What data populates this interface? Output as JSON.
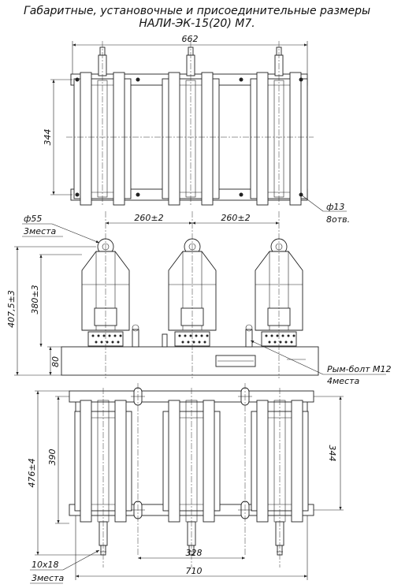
{
  "title": {
    "line1": "Габаритные, установочные и присоединительные размеры",
    "line2": "НАЛИ-ЭК-15(20) М7."
  },
  "top_view": {
    "width_dim": "662",
    "height_dim": "344",
    "hole_dim": "ф13",
    "hole_count": "8отв."
  },
  "front_view": {
    "spacing_left": "260±2",
    "spacing_right": "260±2",
    "bushing_dim": "ф55",
    "bushing_count": "3места",
    "total_height": "407,5±3",
    "upper_height": "380±3",
    "base_height": "80",
    "eyebolt_label": "Рым-болт М12",
    "eyebolt_count": "4места"
  },
  "bottom_view": {
    "total_depth": "476±4",
    "depth": "390",
    "mount_depth": "344",
    "slot_dim": "10x18",
    "slot_count": "3места",
    "mount_width": "328",
    "total_width": "710"
  }
}
